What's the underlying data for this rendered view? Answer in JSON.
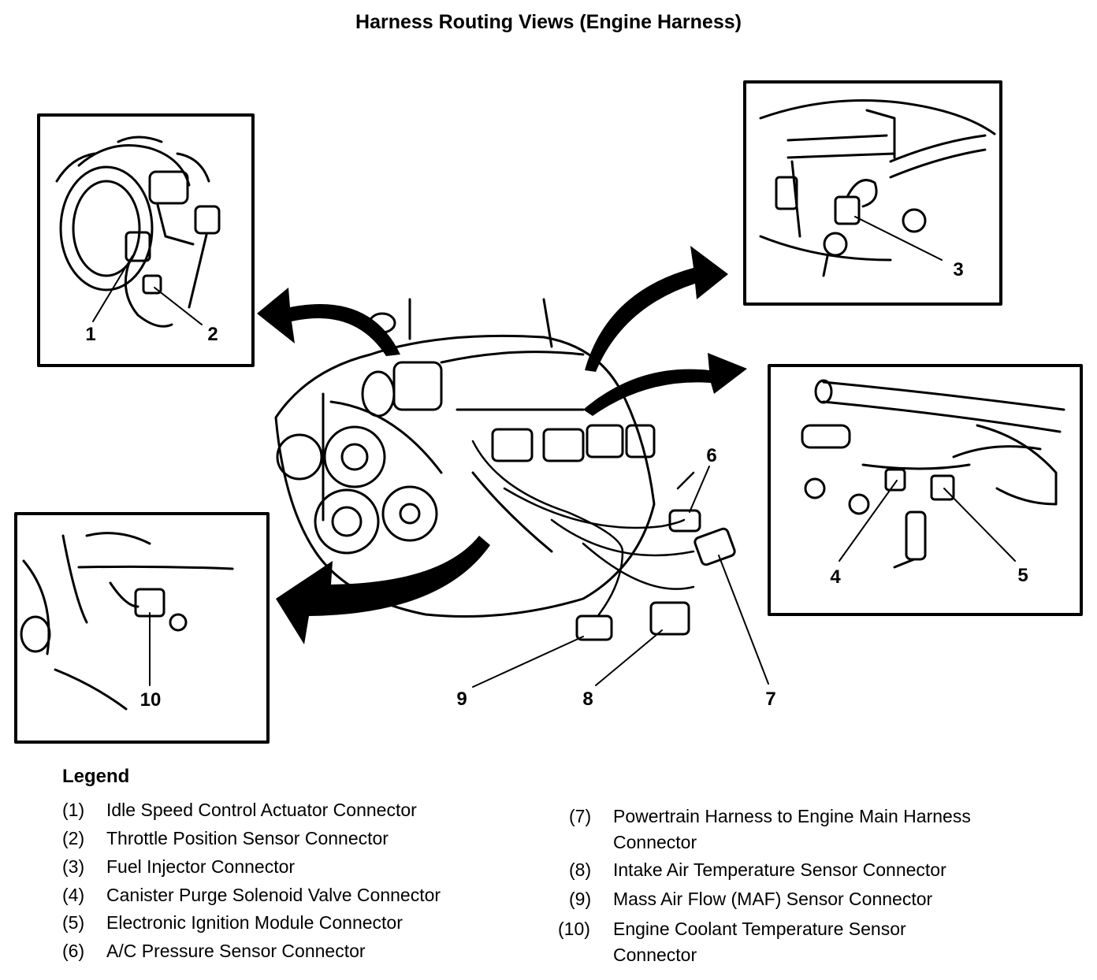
{
  "title": "Harness Routing Views (Engine Harness)",
  "callouts": [
    "1",
    "2",
    "3",
    "4",
    "5",
    "6",
    "7",
    "8",
    "9",
    "10"
  ],
  "legend": {
    "heading": "Legend",
    "left": [
      {
        "num": "(1)",
        "text": "Idle Speed Control Actuator Connector"
      },
      {
        "num": "(2)",
        "text": "Throttle Position Sensor Connector"
      },
      {
        "num": "(3)",
        "text": "Fuel Injector Connector"
      },
      {
        "num": "(4)",
        "text": "Canister Purge Solenoid Valve Connector"
      },
      {
        "num": "(5)",
        "text": "Electronic Ignition Module Connector"
      },
      {
        "num": "(6)",
        "text": "A/C Pressure Sensor Connector"
      }
    ],
    "right": [
      {
        "num": "(7)",
        "line1": "Powertrain Harness to Engine Main Harness",
        "line2": "Connector"
      },
      {
        "num": "(8)",
        "line1": "Intake Air Temperature Sensor Connector",
        "line2": ""
      },
      {
        "num": "(9)",
        "line1": "Mass Air Flow (MAF) Sensor Connector",
        "line2": ""
      },
      {
        "num": "(10)",
        "line1": "Engine Coolant Temperature Sensor",
        "line2": "Connector"
      }
    ]
  }
}
